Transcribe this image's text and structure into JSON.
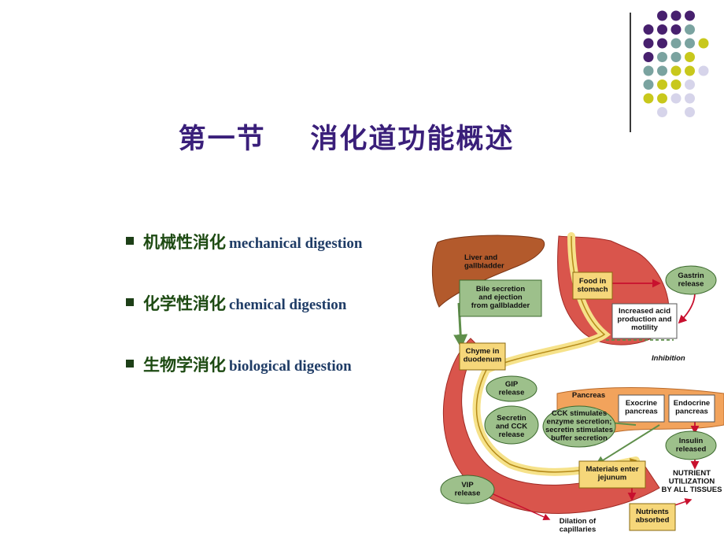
{
  "slide": {
    "title": "第一节    消化道功能概述"
  },
  "bullets": [
    {
      "cn": "机械性消化",
      "en": " mechanical digestion"
    },
    {
      "cn": "化学性消化",
      "en": "chemical digestion"
    },
    {
      "cn": "生物学消化",
      "en": "biological  digestion"
    }
  ],
  "diagram": {
    "liver": "Liver and\ngallbladder",
    "bile": "Bile secretion\nand ejection\nfrom gallbladder",
    "food": "Food in\nstomach",
    "gastrin": "Gastrin\nrelease",
    "acid": "Increased acid\nproduction and\nmotility",
    "inhibition": "Inhibition",
    "chyme": "Chyme in\nduodenum",
    "gip": "GIP\nrelease",
    "pancreas": "Pancreas",
    "exocrine": "Exocrine\npancreas",
    "endocrine": "Endocrine\npancreas",
    "secretin": "Secretin\nand CCK\nrelease",
    "cck": "CCK stimulates\nenzyme secretion;\nsecretin stimulates\nbuffer secretion",
    "insulin": "Insulin\nreleased",
    "materials": "Materials enter\njejunum",
    "nutrient": "NUTRIENT\nUTILIZATION\nBY ALL TISSUES",
    "vip": "VIP\nrelease",
    "absorbed": "Nutrients\nabsorbed",
    "dilation": "Dilation of\ncapillaries"
  },
  "colors": {
    "dot_purple": "#47206e",
    "dot_teal": "#7aa3a0",
    "dot_yellow": "#c8c81c",
    "dot_lavender": "#d6d4ea",
    "title": "#3a1f7a",
    "bullet_cn": "#1d4a12",
    "bullet_en": "#1f3c66",
    "box_green": "#9dc08b",
    "box_yellow": "#f6d77a",
    "box_white": "#ffffff"
  }
}
